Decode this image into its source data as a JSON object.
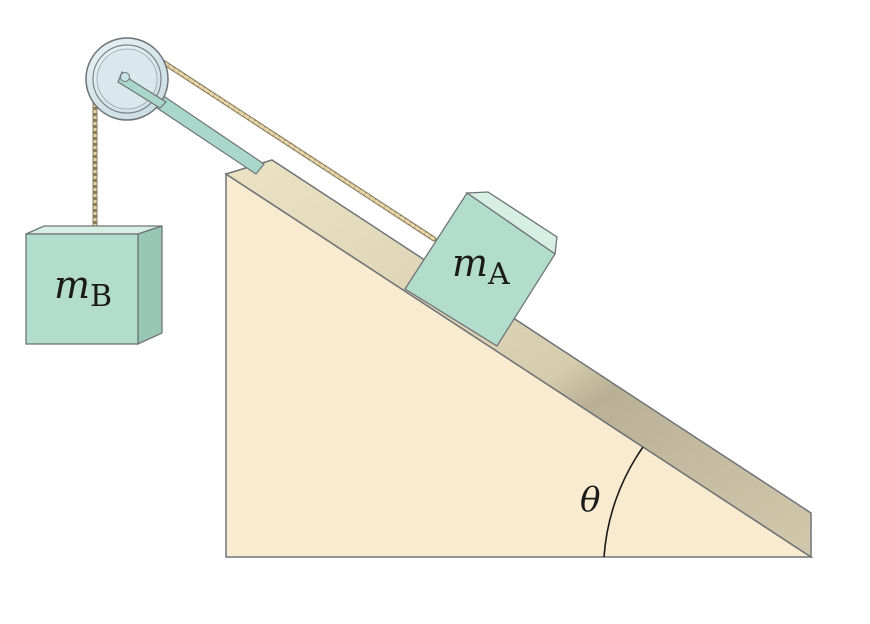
{
  "labels": {
    "block_a": {
      "symbol": "m",
      "subscript": "A"
    },
    "block_b": {
      "symbol": "m",
      "subscript": "B"
    },
    "angle": "θ"
  },
  "colors": {
    "incline_face": "#f8ebcf",
    "incline_top": "#d9ceae",
    "incline_side": "#cdc4a8",
    "block_front": "#b2dccb",
    "block_top": "#d6eee4",
    "block_side": "#98c7b3",
    "rod": "#a9d8cb",
    "rope": "#d9c79c",
    "pulley": "#e2eef2",
    "outline": "#6f7478"
  }
}
